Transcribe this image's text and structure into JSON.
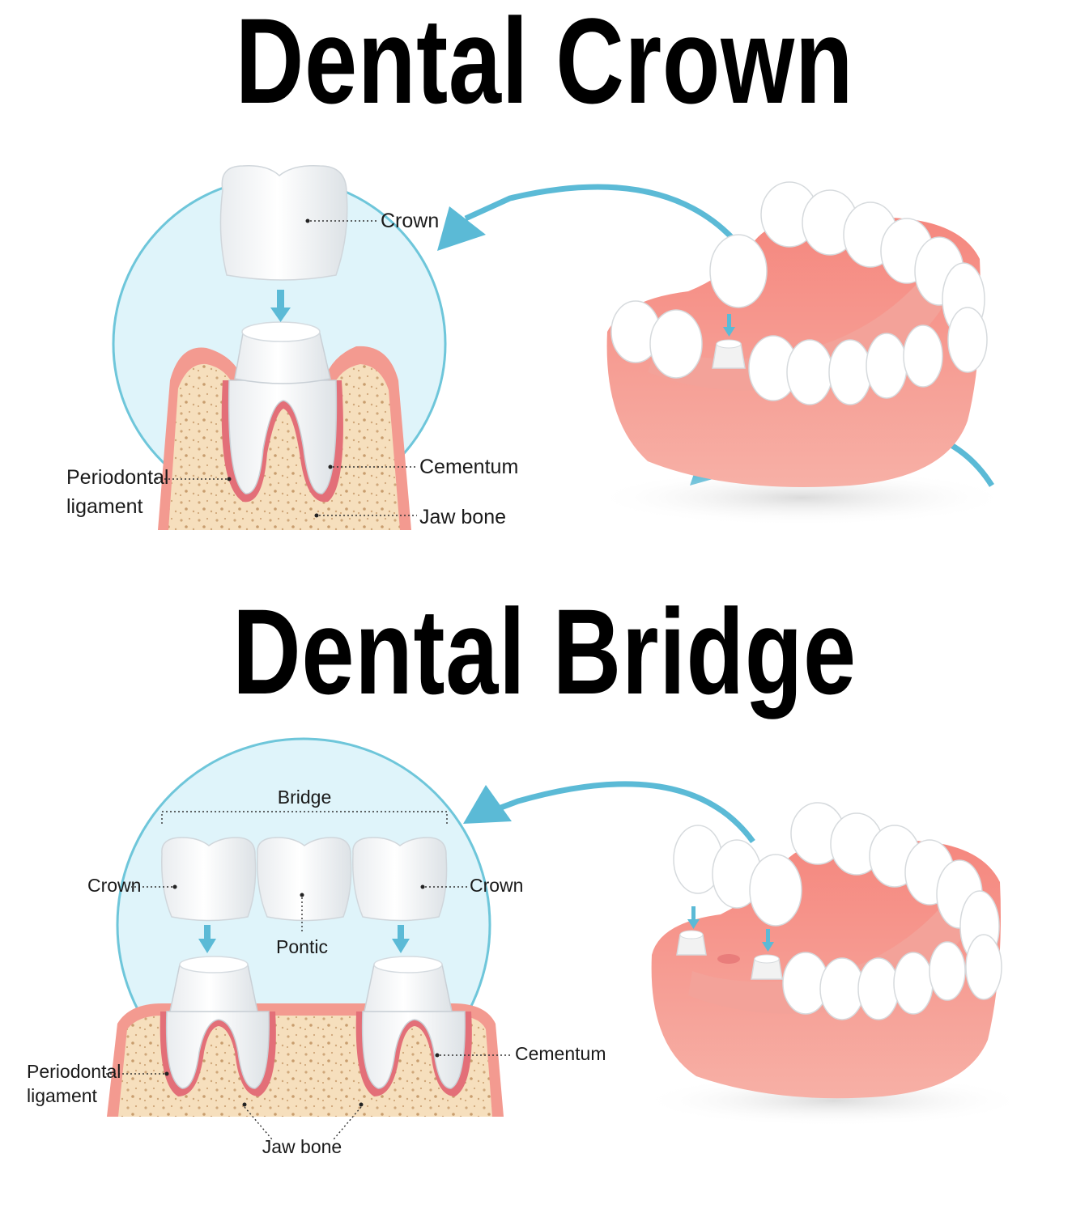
{
  "crown_section": {
    "title": "Dental Crown",
    "labels": {
      "crown": "Crown",
      "cementum": "Cementum",
      "periodontal_ligament_line1": "Periodontal",
      "periodontal_ligament_line2": "ligament",
      "jaw_bone": "Jaw bone"
    }
  },
  "bridge_section": {
    "title": "Dental Bridge",
    "labels": {
      "bridge": "Bridge",
      "crown_left": "Crown",
      "crown_right": "Crown",
      "pontic": "Pontic",
      "cementum": "Cementum",
      "periodontal_ligament_line1": "Periodontal",
      "periodontal_ligament_line2": "ligament",
      "jaw_bone": "Jaw bone"
    }
  },
  "colors": {
    "circle_fill": "#dff4fa",
    "circle_stroke": "#6ec6da",
    "arrow_blue": "#5bbad6",
    "gum_pink": "#f7a9a0",
    "bone_beige": "#f6dfbd",
    "tooth_white": "#ffffff"
  }
}
